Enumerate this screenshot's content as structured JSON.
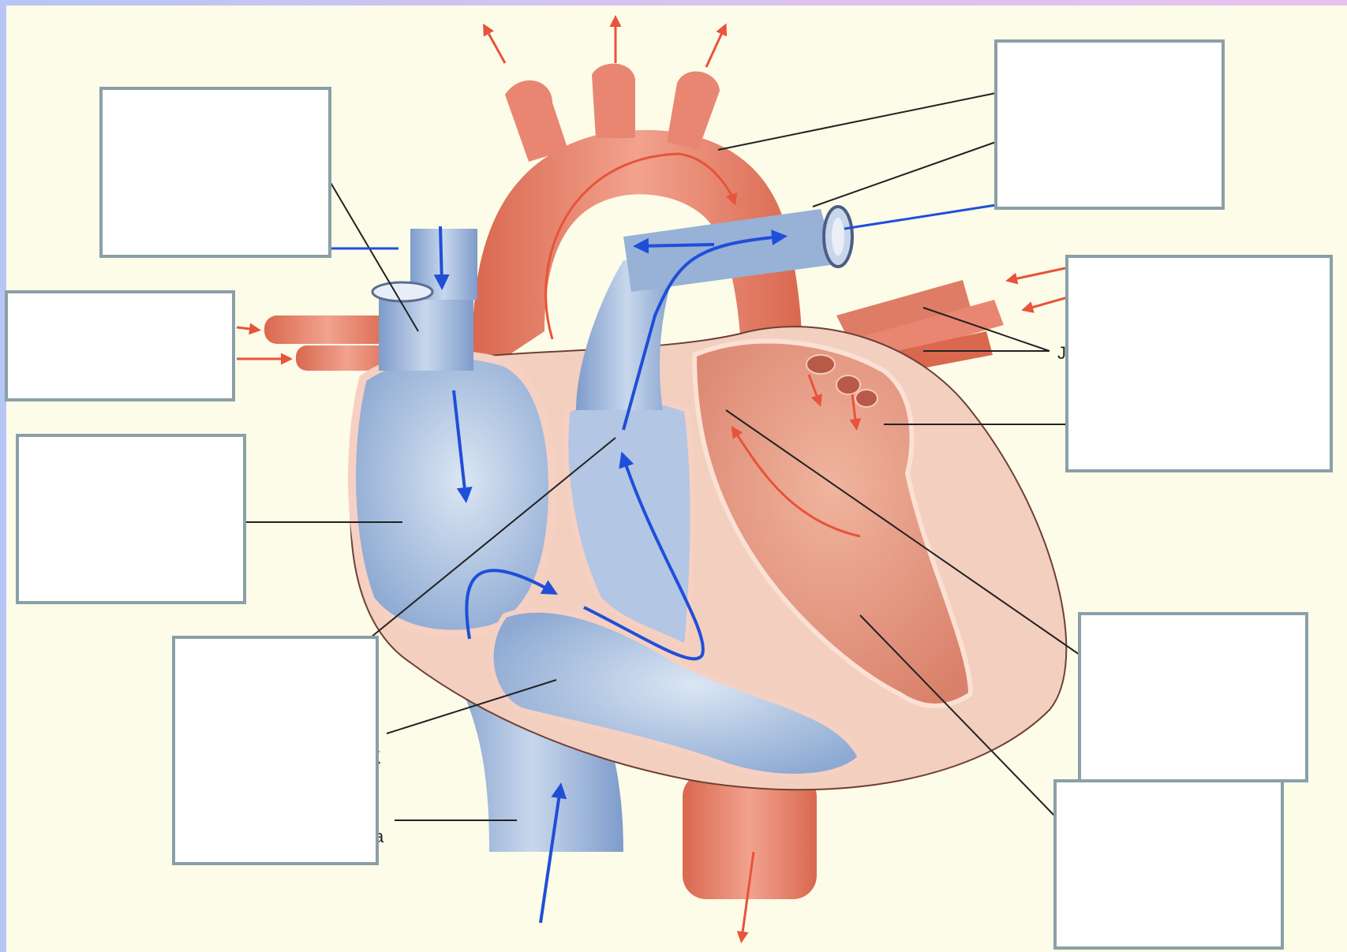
{
  "diagram": {
    "subject": "heart",
    "label_boxes": [
      {
        "id": "box-top-left",
        "text": ""
      },
      {
        "id": "box-left-upper",
        "text": ""
      },
      {
        "id": "box-left-middle",
        "text": ""
      },
      {
        "id": "box-left-lower",
        "text": ""
      },
      {
        "id": "box-top-right",
        "text": ""
      },
      {
        "id": "box-right-upper",
        "text": ""
      },
      {
        "id": "box-right-lower",
        "text": ""
      },
      {
        "id": "box-bottom-right",
        "text": ""
      }
    ],
    "stray_letters": [
      {
        "id": "partial-j",
        "text": "J"
      },
      {
        "id": "partial-k",
        "text": "K"
      },
      {
        "id": "partial-a",
        "text": "a"
      }
    ],
    "colors": {
      "background": "#fdfce8",
      "frame": "#b9c7f3",
      "oxygen_rich": "#e98672",
      "oxygen_rich_dark": "#d9684f",
      "oxygen_poor": "#9cb3d6",
      "oxygen_poor_dark": "#6f8fbe",
      "flow_blue": "#1f4fd8",
      "flow_red": "#e8533a",
      "box_border": "#8aa0a8",
      "heart_wall": "#f3cfc0"
    }
  }
}
